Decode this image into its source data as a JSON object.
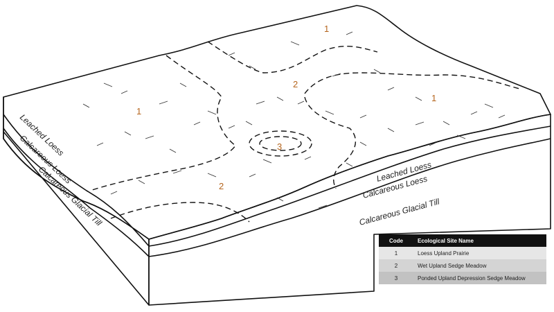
{
  "zones": [
    {
      "code": "1"
    },
    {
      "code": "1"
    },
    {
      "code": "1"
    },
    {
      "code": "2"
    },
    {
      "code": "2"
    },
    {
      "code": "3"
    }
  ],
  "layers_left": [
    "Leached Loess",
    "Calcareous Loess",
    "Calcareous Glacial Till"
  ],
  "layers_right": [
    "Leached Loess",
    "Calcareous Loess",
    "Calcareous Glacial Till"
  ],
  "legend": {
    "headers": [
      "Code",
      "Ecological Site Name"
    ],
    "rows": [
      {
        "code": "1",
        "name": "Loess Upland Prairie"
      },
      {
        "code": "2",
        "name": "Wet Upland Sedge Meadow"
      },
      {
        "code": "3",
        "name": "Ponded Upland Depression Sedge Meadow"
      }
    ]
  },
  "colors": {
    "code_label": "#b5651d",
    "header_bg": "#111111"
  }
}
